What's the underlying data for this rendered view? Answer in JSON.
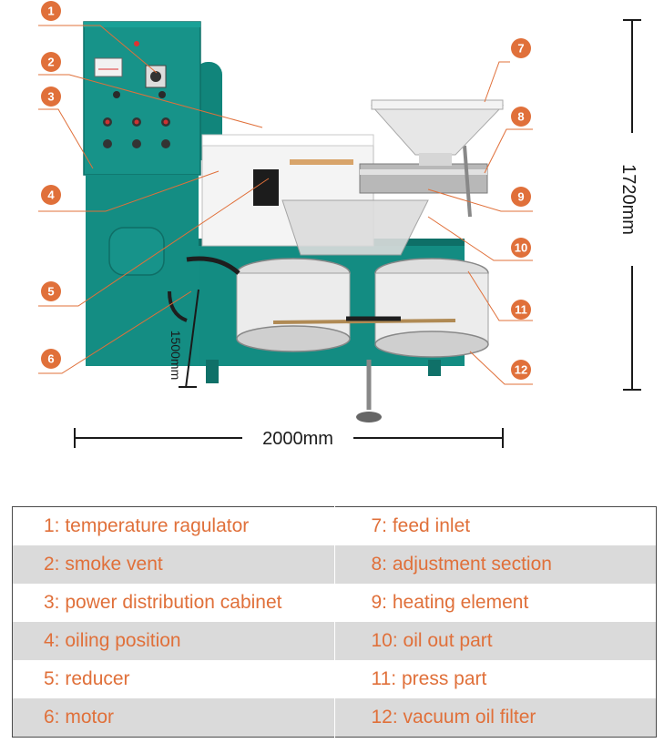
{
  "colors": {
    "accent": "#e0703a",
    "machine_green": "#138c82",
    "leader_line": "#e0703a",
    "dimension_line": "#1a1a1a",
    "legend_shade": "#dadada",
    "legend_border": "#4a4a4a"
  },
  "callouts": [
    {
      "number": "1"
    },
    {
      "number": "2"
    },
    {
      "number": "3"
    },
    {
      "number": "4"
    },
    {
      "number": "5"
    },
    {
      "number": "6"
    },
    {
      "number": "7"
    },
    {
      "number": "8"
    },
    {
      "number": "9"
    },
    {
      "number": "10"
    },
    {
      "number": "11"
    },
    {
      "number": "12"
    }
  ],
  "dimensions": {
    "width": "2000mm",
    "height": "1720mm",
    "depth": "1500mm"
  },
  "legend": {
    "rows": [
      {
        "left": "1: temperature ragulator",
        "right": "7: feed inlet"
      },
      {
        "left": "2: smoke vent",
        "right": "8: adjustment section"
      },
      {
        "left": "3: power distribution cabinet",
        "right": "9: heating element"
      },
      {
        "left": "4: oiling position",
        "right": "10: oil out part"
      },
      {
        "left": "5: reducer",
        "right": "11: press part"
      },
      {
        "left": "6: motor",
        "right": "12: vacuum oil filter"
      }
    ]
  }
}
